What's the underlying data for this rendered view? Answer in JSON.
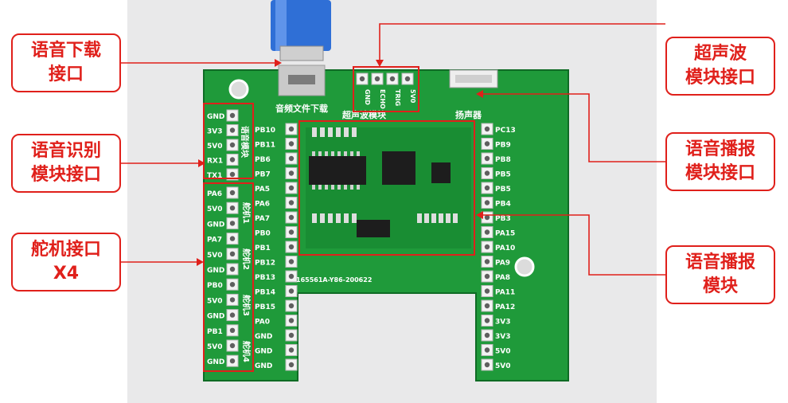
{
  "callouts": {
    "voice_download": [
      "语音下载",
      "接口"
    ],
    "voice_recognition": [
      "语音识别",
      "模块接口"
    ],
    "servo": [
      "舵机接口",
      "X4"
    ],
    "ultrasonic": [
      "超声波",
      "模块接口"
    ],
    "player_port": [
      "语音播报",
      "模块接口"
    ],
    "player_module": [
      "语音播报",
      "模块"
    ]
  },
  "board": {
    "silk_download": "音频文件下载",
    "silk_ultrasonic": "超声波模块",
    "silk_speaker": "扬声器",
    "silk_recognition": "语音模块",
    "serial": "165561A-Y86-200622",
    "ultra_pins": [
      "GND",
      "ECHO",
      "TRIG",
      "5V0"
    ],
    "recog_pins": [
      "GND",
      "3V3",
      "5V0",
      "RX1",
      "TX1"
    ],
    "servo_pins": [
      "PA6",
      "5V0",
      "GND",
      "PA7",
      "5V0",
      "GND",
      "PB0",
      "5V0",
      "GND",
      "PB1",
      "5V0",
      "GND"
    ],
    "servo_labels": [
      "舵机1",
      "舵机2",
      "舵机3",
      "舵机4"
    ],
    "left_inner_pins": [
      "PB10",
      "PB11",
      "PB6",
      "PB7",
      "PA5",
      "PA6",
      "PA7",
      "PB0",
      "PB1",
      "PB12",
      "PB13",
      "PB14",
      "PB15",
      "PA0",
      "GND",
      "GND",
      "GND"
    ],
    "right_pins": [
      "PC13",
      "PB9",
      "PB8",
      "PB5",
      "PB5",
      "PB4",
      "PB3",
      "PA15",
      "PA10",
      "PA9",
      "PA8",
      "PA11",
      "PA12",
      "3V3",
      "3V3",
      "5V0",
      "5V0"
    ]
  },
  "colors": {
    "accent": "#e0201b",
    "pcb": "#1f9a3a",
    "pcb_dark": "#14802c",
    "silk": "#ffffff",
    "usb": "#2f6fd6",
    "photo_bg": "#e9e9ea"
  }
}
